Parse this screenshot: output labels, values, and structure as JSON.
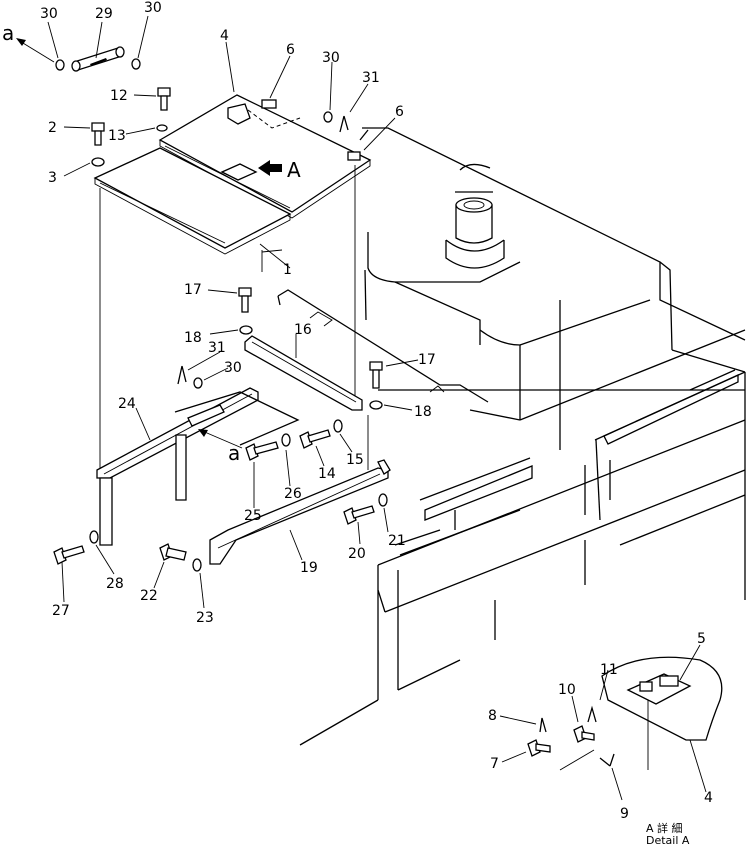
{
  "diagram": {
    "callouts": {
      "c1": "1",
      "c2": "2",
      "c3": "3",
      "c4": "4",
      "c4b": "4",
      "c5": "5",
      "c6a": "6",
      "c6b": "6",
      "c7": "7",
      "c8": "8",
      "c9": "9",
      "c10": "10",
      "c11": "11",
      "c12": "12",
      "c13": "13",
      "c14": "14",
      "c15": "15",
      "c16": "16",
      "c17a": "17",
      "c17b": "17",
      "c18a": "18",
      "c18b": "18",
      "c19": "19",
      "c20": "20",
      "c21": "21",
      "c22": "22",
      "c23": "23",
      "c24": "24",
      "c25": "25",
      "c26": "26",
      "c27": "27",
      "c28": "28",
      "c29": "29",
      "c30a": "30",
      "c30b": "30",
      "c30c": "30",
      "c30d": "30",
      "c31a": "31",
      "c31b": "31"
    },
    "view_marker": "A",
    "ref_a_top": "a",
    "ref_a_mid": "a",
    "detail_label_jp": "A 詳 細",
    "detail_label_en": "Detail A"
  }
}
